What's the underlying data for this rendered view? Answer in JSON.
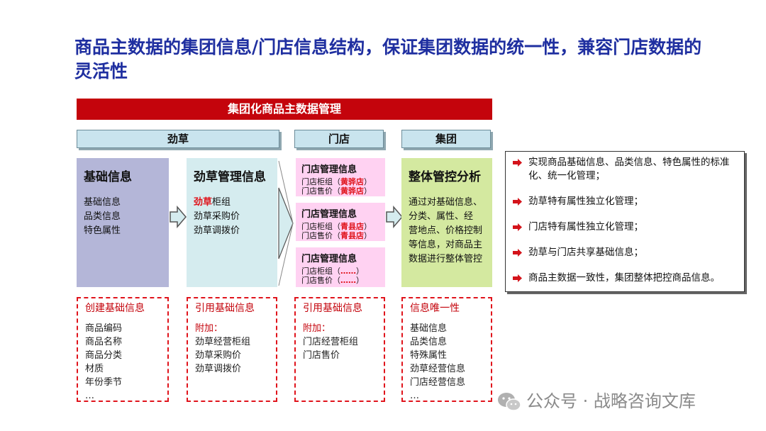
{
  "title": "商品主数据的集团信息/门店信息结构，保证集团数据的统一性，兼容门店数据的灵活性",
  "banner": "集团化商品主数据管理",
  "headers": {
    "jincao": "劲草",
    "store": "门店",
    "group": "集团"
  },
  "basic_box": {
    "heading": "基础信息",
    "lines": [
      "基础信息",
      "品类信息",
      "特色属性"
    ]
  },
  "jincao_box": {
    "heading": "劲草管理信息",
    "line1_red": "劲草",
    "line1_rest": "柜组",
    "line2": "劲草采购价",
    "line3": "劲草调拨价"
  },
  "stores": [
    {
      "heading": "门店管理信息",
      "l1": "门店柜组（",
      "l1_red": "黄骅店",
      "l1_end": "）",
      "l2": "门店售价（",
      "l2_red": "黄骅店",
      "l2_end": "）"
    },
    {
      "heading": "门店管理信息",
      "l1": "门店柜组（",
      "l1_red": "青县店",
      "l1_end": "）",
      "l2": "门店售价（",
      "l2_red": "青县店",
      "l2_end": "）"
    },
    {
      "heading": "门店管理信息",
      "l1": "门店柜组（",
      "l1_red": "……",
      "l1_end": "）",
      "l2": "门店售价（",
      "l2_red": "……",
      "l2_end": "）"
    }
  ],
  "group_box": {
    "heading": "整体管控分析",
    "lines": [
      "通过对基础信息、",
      "分类、属性、经",
      "营地点、价格控制",
      "等信息，对商品主",
      "数据进行整体管控"
    ]
  },
  "dashed": [
    {
      "heading": "创建基础信息",
      "sub": "",
      "lines": [
        "商品编码",
        "商品名称",
        "商品分类",
        "材质",
        "年份季节",
        "…"
      ]
    },
    {
      "heading": "引用基础信息",
      "sub": "附加：",
      "lines": [
        "劲草经营柜组",
        "劲草采购价",
        "劲草调拨价"
      ]
    },
    {
      "heading": "引用基础信息",
      "sub": "附加：",
      "lines": [
        "门店经营柜组",
        "门店售价"
      ]
    },
    {
      "heading": "信息唯一性",
      "sub": "",
      "lines": [
        "基础信息",
        "品类信息",
        "特殊属性",
        "劲草经营信息",
        "门店经营信息",
        "…"
      ]
    }
  ],
  "bullets": [
    "实现商品基础信息、品类信息、特色属性的标准化、统一化管理；",
    "劲草特有属性独立化管理；",
    "门店特有属性独立化管理；",
    "劲草与门店共享基础信息；",
    "商品主数据一致性，集团整体把控商品信息。"
  ],
  "watermark": "公众号 · 战略咨询文库",
  "colors": {
    "title": "#1f2fa0",
    "banner": "#c4040c",
    "header": "#c9e4ee",
    "basic": "#b4b6d8",
    "jincao": "#d5ecef",
    "store": "#ffd2f2",
    "group": "#d4e9a0",
    "accent_red": "#e0141c"
  }
}
